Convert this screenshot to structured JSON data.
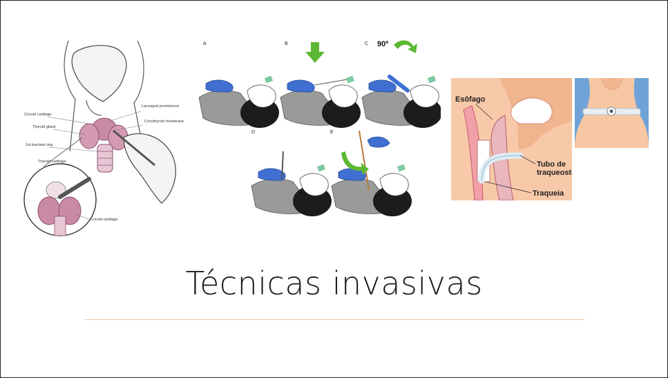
{
  "slide": {
    "title": "Técnicas invasivas",
    "accent_rule_color": "#e7c79a"
  },
  "figure_cricothyrotomy": {
    "labels": {
      "laryngeal_prominence": "Laryngeal prominence",
      "cricoid_cartilage": "Cricoid cartilage",
      "cricothyroid_membrane": "Cricothyroid membrane",
      "thyroid_gland": "Thyroid gland",
      "first_tracheal_ring": "1st tracheal ring",
      "thyroid_cartilage": "Thyroid cartilage",
      "cricoid_cartilage_inset": "Cricoid cartilage"
    }
  },
  "figure_steps": {
    "panels": [
      "A",
      "B",
      "C",
      "D",
      "E"
    ],
    "rotation_label": "90º"
  },
  "figure_tracheostomy": {
    "labels": {
      "esophagus": "Esôfago",
      "tube_line1": "Tubo de",
      "tube_line2": "traqueostomia",
      "trachea": "Traqueia"
    }
  }
}
